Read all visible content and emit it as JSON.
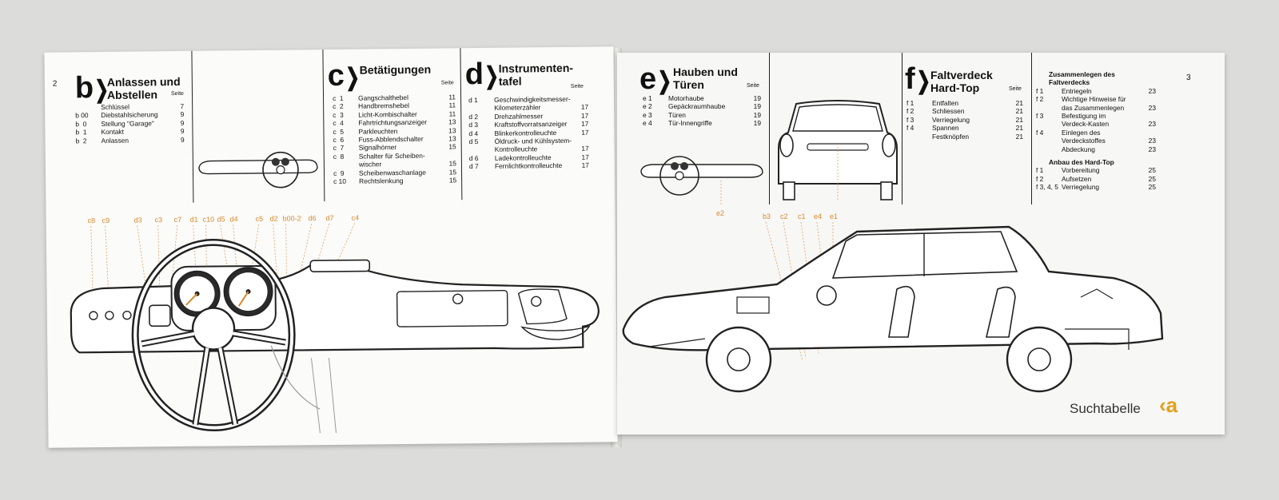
{
  "left_page": {
    "page_number": "2",
    "sections": [
      {
        "letter": "b",
        "title": "Anlassen und Abstellen",
        "seite": "Seite",
        "items": [
          {
            "code": "",
            "text": "Schlüssel",
            "page": "7"
          },
          {
            "code": "b 00",
            "text": "Diebstahlsicherung",
            "page": "9"
          },
          {
            "code": "b  0",
            "text": "Stellung \"Garage\"",
            "page": "9"
          },
          {
            "code": "b  1",
            "text": "Kontakt",
            "page": "9"
          },
          {
            "code": "b  2",
            "text": "Anlassen",
            "page": "9"
          }
        ]
      },
      {
        "letter": "c",
        "title": "Betätigungen",
        "seite": "Seite",
        "items": [
          {
            "code": "c  1",
            "text": "Gangschalthebel",
            "page": "11"
          },
          {
            "code": "c  2",
            "text": "Handbremshebel",
            "page": "11"
          },
          {
            "code": "c  3",
            "text": "Licht-Kombischalter",
            "page": "11"
          },
          {
            "code": "c  4",
            "text": "Fahrtrichtungsanzeiger",
            "page": "13"
          },
          {
            "code": "c  5",
            "text": "Parkleuchten",
            "page": "13"
          },
          {
            "code": "c  6",
            "text": "Fuss-Abblendschalter",
            "page": "13"
          },
          {
            "code": "c  7",
            "text": "Signalhörner",
            "page": "15"
          },
          {
            "code": "c  8",
            "text": "Schalter für Scheiben-",
            "page": ""
          },
          {
            "code": "",
            "text": "wischer",
            "page": "15"
          },
          {
            "code": "c  9",
            "text": "Scheibenwaschanlage",
            "page": "15"
          },
          {
            "code": "c 10",
            "text": "Rechtslenkung",
            "page": "15"
          }
        ]
      },
      {
        "letter": "d",
        "title": "Instrumenten-tafel",
        "seite": "Seite",
        "items": [
          {
            "code": "d 1",
            "text": "Geschwindigkeitsmesser-",
            "page": ""
          },
          {
            "code": "",
            "text": "Kilometerzähler",
            "page": "17"
          },
          {
            "code": "d 2",
            "text": "Drehzahlmesser",
            "page": "17"
          },
          {
            "code": "d 3",
            "text": "Kraftstoffvorratsanzeiger",
            "page": "17"
          },
          {
            "code": "d 4",
            "text": "Blinkerkontrolleuchte",
            "page": "17"
          },
          {
            "code": "d 5",
            "text": "Öldruck- und Kühlsystem-",
            "page": ""
          },
          {
            "code": "",
            "text": "Kontrolleuchte",
            "page": "17"
          },
          {
            "code": "d 6",
            "text": "Ladekontrolleuchte",
            "page": "17"
          },
          {
            "code": "d 7",
            "text": "Fernlichtkontrolleuchte",
            "page": "17"
          }
        ]
      }
    ],
    "callouts": [
      "c8",
      "c9",
      "d3",
      "c3",
      "c7",
      "d1",
      "c10",
      "d5",
      "d4",
      "c5",
      "d2",
      "b00-2",
      "d6",
      "d7",
      "c4"
    ]
  },
  "right_page": {
    "page_number": "3",
    "sections": [
      {
        "letter": "e",
        "title": "Hauben und Türen",
        "seite": "Seite",
        "items": [
          {
            "code": "e 1",
            "text": "Motorhaube",
            "page": "19"
          },
          {
            "code": "e 2",
            "text": "Gepäckraumhaube",
            "page": "19"
          },
          {
            "code": "e 3",
            "text": "Türen",
            "page": "19"
          },
          {
            "code": "e 4",
            "text": "Tür-Innengriffe",
            "page": "19"
          }
        ]
      },
      {
        "letter": "f",
        "title": "Faltverdeck Hard-Top",
        "seite": "Seite",
        "items": [
          {
            "code": "f 1",
            "text": "Entfalten",
            "page": "21"
          },
          {
            "code": "f 2",
            "text": "Schliessen",
            "page": "21"
          },
          {
            "code": "f 3",
            "text": "Verriegelung",
            "page": "21"
          },
          {
            "code": "f 4",
            "text": "Spannen",
            "page": "21"
          },
          {
            "code": "",
            "text": "Festknöpfen",
            "page": "21"
          }
        ]
      }
    ],
    "fold_heading": "Zusammenlegen des Faltverdecks",
    "fold_items": [
      {
        "code": "f 1",
        "text": "Entriegeln",
        "page": "23"
      },
      {
        "code": "f 2",
        "text": "Wichtige Hinweise für",
        "page": ""
      },
      {
        "code": "",
        "text": "das Zusammenlegen",
        "page": "23"
      },
      {
        "code": "f 3",
        "text": "Befestigung im",
        "page": ""
      },
      {
        "code": "",
        "text": "Verdeck-Kasten",
        "page": "23"
      },
      {
        "code": "f 4",
        "text": "Einlegen des",
        "page": ""
      },
      {
        "code": "",
        "text": "Verdeckstoffes",
        "page": "23"
      },
      {
        "code": "",
        "text": "Abdeckung",
        "page": "23"
      }
    ],
    "hardtop_heading": "Anbau des Hard-Top",
    "hardtop_items": [
      {
        "code": "f 1",
        "text": "Vorbereitung",
        "page": "25"
      },
      {
        "code": "f 2",
        "text": "Aufsetzen",
        "page": "25"
      },
      {
        "code": "f 3, 4, 5",
        "text": "Verriegelung",
        "page": "25"
      }
    ],
    "callouts_top": [
      "e2"
    ],
    "callouts_car": [
      "b3",
      "c2",
      "c1",
      "e4",
      "e1"
    ],
    "brand_text": "Suchtabelle",
    "brand_logo": "‹a"
  },
  "colors": {
    "callout": "#d9892d",
    "logo": "#e3a01a"
  }
}
